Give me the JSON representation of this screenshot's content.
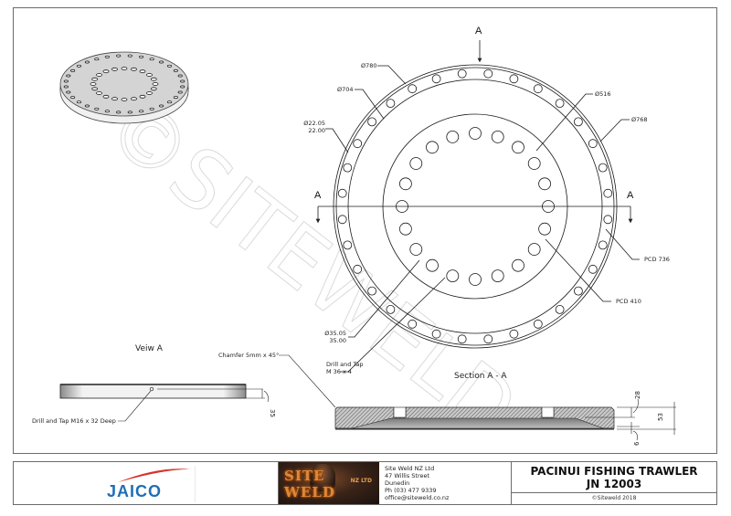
{
  "drawing": {
    "watermark": "©SITEWELD",
    "section_marker": "A",
    "plan_view": {
      "dimensions": {
        "outer_diameter": "Ø780",
        "outer_step_diameter": "Ø768",
        "ring_inner_diameter": "Ø704",
        "inner_diameter": "Ø516",
        "outer_hole_dia_max": "Ø22.05",
        "outer_hole_dia_min": "22.00",
        "inner_hole_dia_max": "Ø35.05",
        "inner_hole_dia_min": "35.00",
        "outer_pcd": "PCD 736",
        "inner_pcd": "PCD 410",
        "drill_tap_line1": "Drill and Tap",
        "drill_tap_line2": "M 36 x 4"
      },
      "outer_hole_count": 32,
      "inner_hole_count": 20
    },
    "view_a": {
      "title": "Veiw A",
      "note": "Drill and Tap M16 x 32 Deep",
      "thickness": "35"
    },
    "section_aa": {
      "title": "Section A - A",
      "chamfer_note": "Chamfer 5mm x 45°",
      "dim_top": "28",
      "dim_total": "53",
      "dim_bottom": "6"
    }
  },
  "title_block": {
    "client_logo": "JAICO",
    "fabricator": {
      "logo_text": "SITE WELD",
      "logo_sub": "NZ LTD",
      "name": "Site Weld NZ Ltd",
      "street": "47 Willis Street",
      "city": "Dunedin",
      "phone": "Ph (03) 477 9339",
      "email": "office@siteweld.co.nz"
    },
    "project_line1": "PACINUI FISHING TRAWLER",
    "project_line2": "JN 12003",
    "copyright": "©Siteweld 2018"
  },
  "colors": {
    "line": "#1a1a1a",
    "frame": "#6b6b6b",
    "jaico_blue": "#1f6fb6",
    "jaico_red": "#d8332a",
    "hatch": "#555555",
    "iso_fill": "#d9d9d9"
  }
}
